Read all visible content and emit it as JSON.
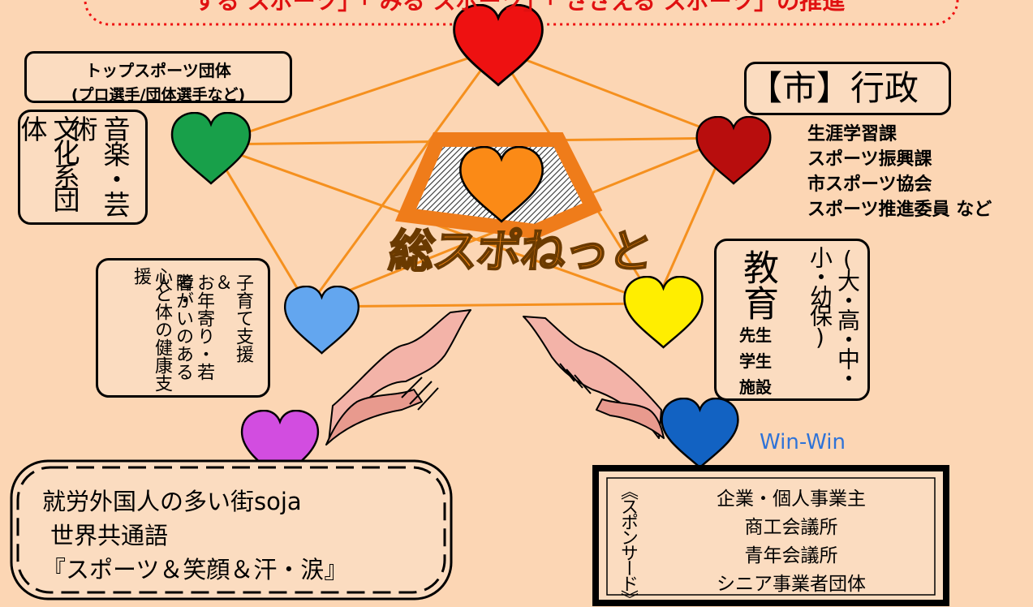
{
  "banner": {
    "text": "する スポーツ」「 みる スポーツ」「 ささえる スポーツ」の推進"
  },
  "center": {
    "label": "総スポねっと"
  },
  "top_sports": {
    "line1": "トップスポーツ団体",
    "line2": "(プロ選手/団体選手など)"
  },
  "culture": {
    "col1": "音楽・芸術",
    "col2": "文化系団体"
  },
  "gov": {
    "title": "【市】行政",
    "items": [
      "生涯学習課",
      "スポーツ振興課",
      "市スポーツ協会",
      "スポーツ推進委員 など"
    ]
  },
  "care": {
    "col1": "子育て支援 ＆",
    "col2": "お年寄り・若者・",
    "col3": "障がいのある人",
    "col4": "心と体の健康支援"
  },
  "edu": {
    "title": "教育",
    "items": [
      "先生",
      "学生",
      "施設"
    ],
    "side": "(大・高・中・小・幼保)"
  },
  "winwin": "Win-Win",
  "foreign": {
    "line1": "就労外国人の多い街soja",
    "line2": "世界共通語",
    "line3": "『スポーツ＆笑顔＆汗・涙』"
  },
  "sponsor": {
    "label": "《スポンサード》",
    "items": [
      "企業・個人事業主",
      "商工会議所",
      "青年会議所",
      "シニア事業者団体"
    ]
  },
  "colors": {
    "background": "#fcd6b4",
    "lines": "#f5901e",
    "heart_red": "#ee1111",
    "heart_darkred": "#b80d0d",
    "heart_green": "#18a04a",
    "heart_orange": "#fb8a16",
    "heart_yellow": "#ffee00",
    "heart_lightblue": "#63a6ef",
    "heart_blue": "#1262c2",
    "heart_magenta": "#d24de0",
    "winwin": "#2f73d8"
  }
}
